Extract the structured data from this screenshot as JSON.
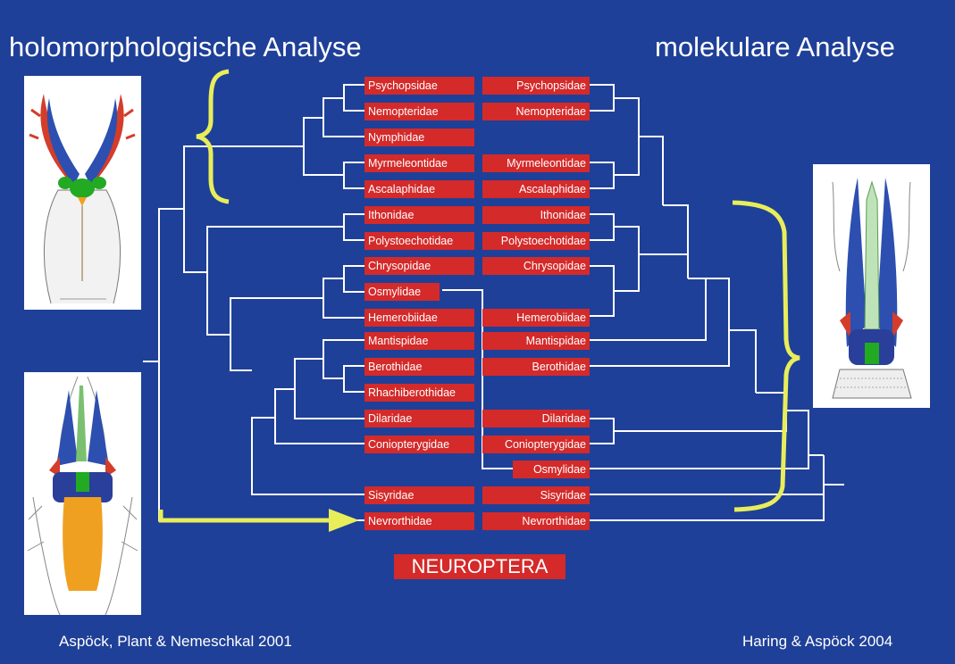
{
  "titles": {
    "left": "holomorphologische Analyse",
    "right": "molekulare Analyse"
  },
  "credits": {
    "left": "Aspöck, Plant & Nemeschkal 2001",
    "right": "Haring & Aspöck 2004"
  },
  "group_label": "NEUROPTERA",
  "taxa_left": [
    "Psychopsidae",
    "Nemopteridae",
    "Nymphidae",
    "Myrmeleontidae",
    "Ascalaphidae",
    "Ithonidae",
    "Polystoechotidae",
    "Chrysopidae",
    "Osmylidae",
    "Hemerobiidae",
    "Mantispidae",
    "Berothidae",
    "Rhachiberothidae",
    "Dilaridae",
    "Coniopterygidae",
    "Sisyridae",
    "Nevrorthidae"
  ],
  "taxa_right": [
    "Psychopsidae",
    "Nemopteridae",
    "Myrmeleontidae",
    "Ascalaphidae",
    "Ithonidae",
    "Polystoechotidae",
    "Chrysopidae",
    "Hemerobiidae",
    "Mantispidae",
    "Berothidae",
    "Dilaridae",
    "Coniopterygidae",
    "Osmylidae",
    "Sisyridae",
    "Nevrorthidae"
  ],
  "colors": {
    "background": "#1f4098",
    "taxon_box": "#d42a2a",
    "lines": "#ffffff",
    "brace": "#e8ee5a",
    "arrow": "#e8ee5a"
  },
  "illustrations": [
    "larval-head-top-left",
    "larval-head-bottom-left",
    "larval-head-right"
  ]
}
